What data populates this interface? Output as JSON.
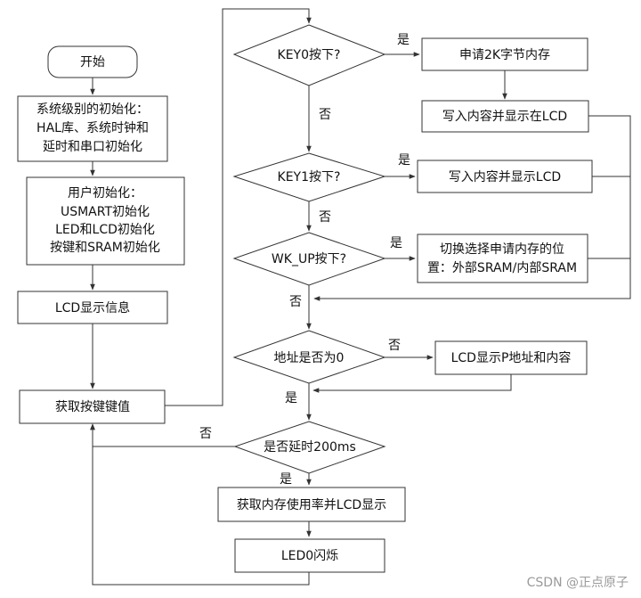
{
  "nodes": {
    "start": "开始",
    "sys_init": [
      "系统级别的初始化：",
      "HAL库、系统时钟和",
      "延时和串口初始化"
    ],
    "user_init": [
      "用户初始化：",
      "USMART初始化",
      "LED和LCD初始化",
      "按键和SRAM初始化"
    ],
    "lcd_info": "LCD显示信息",
    "get_key": "获取按键键值",
    "key0": "KEY0按下?",
    "alloc_2k": "申请2K字节内存",
    "write_show_at": "写入内容并显示在LCD",
    "key1": "KEY1按下?",
    "write_show": "写入内容并显示LCD",
    "wkup": "WK_UP按下?",
    "switch_mem": [
      "切换选择申请内存的位",
      "置：外部SRAM/内部SRAM"
    ],
    "addr_zero": "地址是否为0",
    "lcd_addr": "LCD显示P地址和内容",
    "delay": "是否延时200ms",
    "mem_usage": "获取内存使用率并LCD显示",
    "led0": "LED0闪烁"
  },
  "labels": {
    "yes": "是",
    "no": "否"
  },
  "watermark": "CSDN @正点原子",
  "colors": {
    "stroke": "#333333",
    "text": "#111111",
    "watermark": "#9a9a9a"
  }
}
